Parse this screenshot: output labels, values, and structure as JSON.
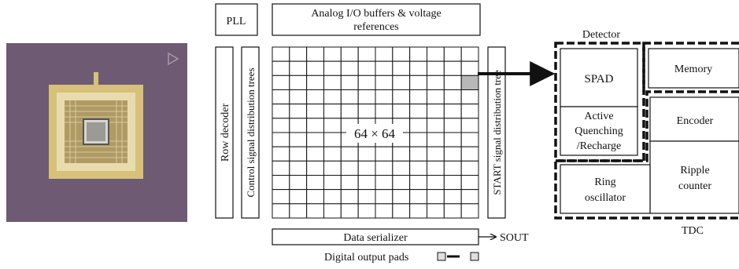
{
  "chip_photo": {
    "description_icon": "chip-package-photo"
  },
  "blocks": {
    "pll": "PLL",
    "analog_line1": "Analog I/O buffers & voltage",
    "analog_line2": "references",
    "row_decoder": "Row decoder",
    "control_tree": "Control signal distribution trees",
    "array_label": "64 × 64",
    "start_tree": "START signal distribution tree",
    "data_serializer": "Data serializer",
    "sout": "SOUT",
    "digital_pads": "Digital output pads"
  },
  "pixel": {
    "detector_label": "Detector",
    "spad": "SPAD",
    "aq_line1": "Active",
    "aq_line2": "Quenching",
    "aq_line3": "/Recharge",
    "memory": "Memory",
    "encoder": "Encoder",
    "ripple_line1": "Ripple",
    "ripple_line2": "counter",
    "ring_line1": "Ring",
    "ring_line2": "oscillator",
    "tdc_label": "TDC"
  },
  "grid": {
    "rows": 12,
    "cols": 12,
    "highlight_row": 2,
    "highlight_col": 11
  },
  "colors": {
    "highlight_cell": "#b8b8b8",
    "chip_bg": "#6f5a73",
    "package_gold": "#d9c27a"
  }
}
